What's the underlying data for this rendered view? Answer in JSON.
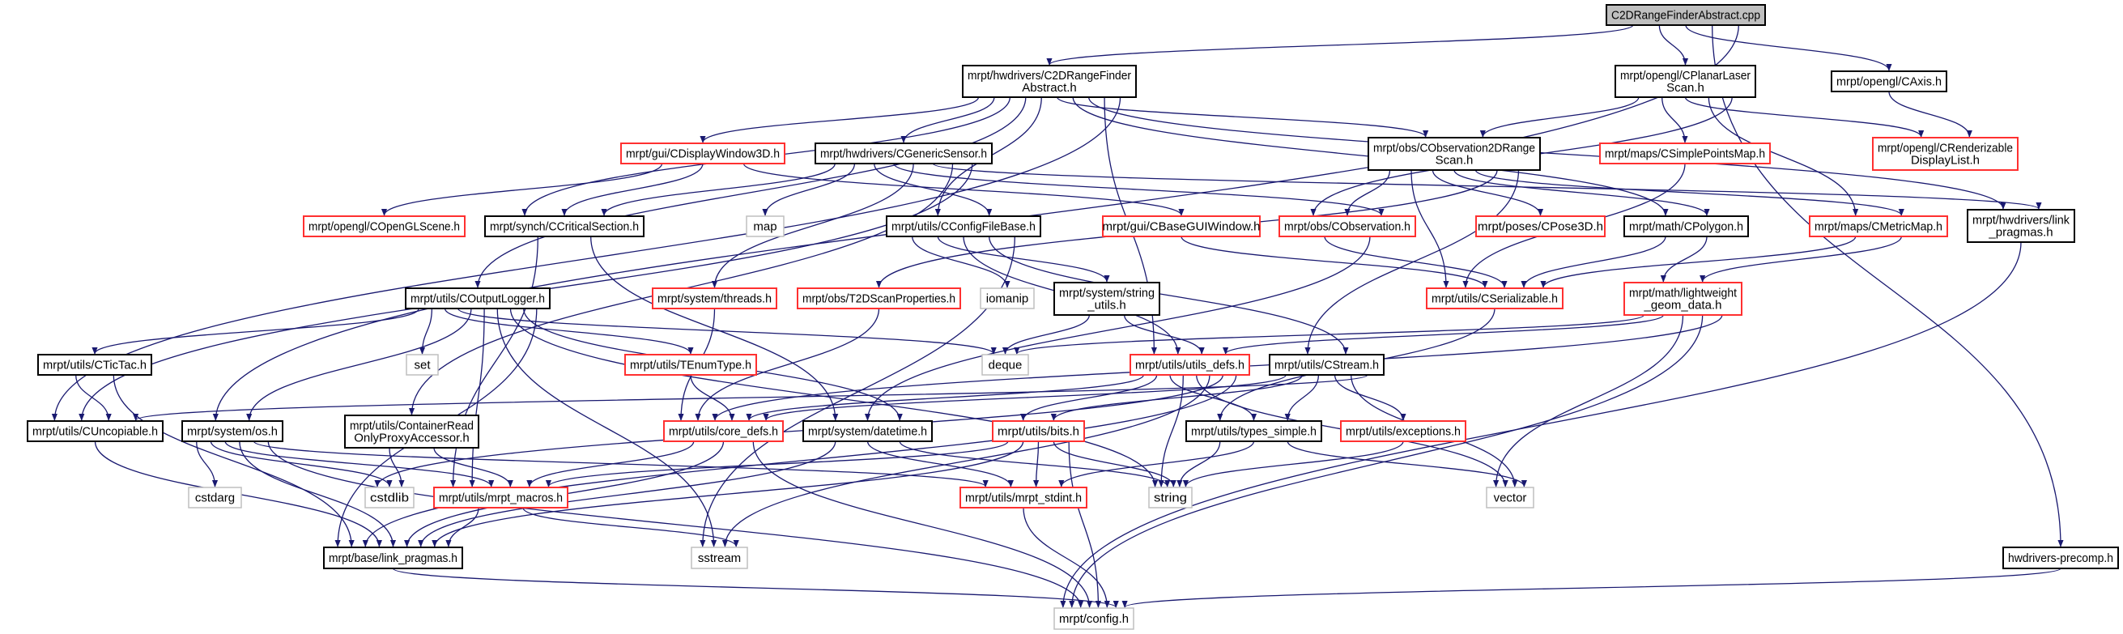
{
  "title": "C2DRangeFinderAbstract.cpp",
  "colors": {
    "edge": "#191970",
    "border_normal": "#000000",
    "border_red": "#ff3030",
    "border_gray": "#bfbfbf",
    "root_fill": "#bfbfbf",
    "node_fill": "#ffffff"
  },
  "graph": {
    "nodes": [
      {
        "id": "cpp",
        "kind": "root",
        "label": [
          "C2DRangeFinderAbstract.cpp"
        ]
      },
      {
        "id": "c2d",
        "kind": "normal",
        "label": [
          "mrpt/hwdrivers/C2DRangeFinder",
          "Abstract.h"
        ]
      },
      {
        "id": "planar",
        "kind": "normal",
        "label": [
          "mrpt/opengl/CPlanarLaser",
          "Scan.h"
        ]
      },
      {
        "id": "caxis",
        "kind": "normal",
        "label": [
          "mrpt/opengl/CAxis.h"
        ]
      },
      {
        "id": "renderdl",
        "kind": "red",
        "label": [
          "mrpt/opengl/CRenderizable",
          "DisplayList.h"
        ]
      },
      {
        "id": "obs2d",
        "kind": "normal",
        "label": [
          "mrpt/obs/CObservation2DRange",
          "Scan.h"
        ]
      },
      {
        "id": "simplepts",
        "kind": "red",
        "label": [
          "mrpt/maps/CSimplePointsMap.h"
        ]
      },
      {
        "id": "disp3d",
        "kind": "red",
        "label": [
          "mrpt/gui/CDisplayWindow3D.h"
        ]
      },
      {
        "id": "generic",
        "kind": "normal",
        "label": [
          "mrpt/hwdrivers/CGenericSensor.h"
        ]
      },
      {
        "id": "glscene",
        "kind": "red",
        "label": [
          "mrpt/opengl/COpenGLScene.h"
        ]
      },
      {
        "id": "critsec",
        "kind": "normal",
        "label": [
          "mrpt/synch/CCriticalSection.h"
        ]
      },
      {
        "id": "map",
        "kind": "gray",
        "label": [
          "map"
        ]
      },
      {
        "id": "cconfig",
        "kind": "normal",
        "label": [
          "mrpt/utils/CConfigFileBase.h"
        ]
      },
      {
        "id": "cbasegui",
        "kind": "red",
        "label": [
          "mrpt/gui/CBaseGUIWindow.h"
        ]
      },
      {
        "id": "cobs",
        "kind": "red",
        "label": [
          "mrpt/obs/CObservation.h"
        ]
      },
      {
        "id": "pose3d",
        "kind": "red",
        "label": [
          "mrpt/poses/CPose3D.h"
        ]
      },
      {
        "id": "polygon",
        "kind": "normal",
        "label": [
          "mrpt/math/CPolygon.h"
        ]
      },
      {
        "id": "metricmap",
        "kind": "red",
        "label": [
          "mrpt/maps/CMetricMap.h"
        ]
      },
      {
        "id": "hwlink",
        "kind": "normal",
        "label": [
          "mrpt/hwdrivers/link",
          "_pragmas.h"
        ]
      },
      {
        "id": "logger",
        "kind": "normal",
        "label": [
          "mrpt/utils/COutputLogger.h"
        ]
      },
      {
        "id": "threads",
        "kind": "red",
        "label": [
          "mrpt/system/threads.h"
        ]
      },
      {
        "id": "t2dscan",
        "kind": "red",
        "label": [
          "mrpt/obs/T2DScanProperties.h"
        ]
      },
      {
        "id": "iomanip",
        "kind": "gray",
        "label": [
          "iomanip"
        ]
      },
      {
        "id": "strutils",
        "kind": "normal",
        "label": [
          "mrpt/system/string",
          "_utils.h"
        ]
      },
      {
        "id": "cserial",
        "kind": "red",
        "label": [
          "mrpt/utils/CSerializable.h"
        ]
      },
      {
        "id": "lightgeom",
        "kind": "red",
        "label": [
          "mrpt/math/lightweight",
          "_geom_data.h"
        ]
      },
      {
        "id": "tictac",
        "kind": "normal",
        "label": [
          "mrpt/utils/CTicTac.h"
        ]
      },
      {
        "id": "set",
        "kind": "gray",
        "label": [
          "set"
        ]
      },
      {
        "id": "tenum",
        "kind": "red",
        "label": [
          "mrpt/utils/TEnumType.h"
        ]
      },
      {
        "id": "deque",
        "kind": "gray",
        "label": [
          "deque"
        ]
      },
      {
        "id": "utilsdefs",
        "kind": "red",
        "label": [
          "mrpt/utils/utils_defs.h"
        ]
      },
      {
        "id": "cstream",
        "kind": "normal",
        "label": [
          "mrpt/utils/CStream.h"
        ]
      },
      {
        "id": "uncopiable",
        "kind": "normal",
        "label": [
          "mrpt/utils/CUncopiable.h"
        ]
      },
      {
        "id": "os",
        "kind": "normal",
        "label": [
          "mrpt/system/os.h"
        ]
      },
      {
        "id": "container",
        "kind": "normal",
        "label": [
          "mrpt/utils/ContainerRead",
          "OnlyProxyAccessor.h"
        ]
      },
      {
        "id": "coredefs",
        "kind": "red",
        "label": [
          "mrpt/utils/core_defs.h"
        ]
      },
      {
        "id": "datetime",
        "kind": "normal",
        "label": [
          "mrpt/system/datetime.h"
        ]
      },
      {
        "id": "bits",
        "kind": "red",
        "label": [
          "mrpt/utils/bits.h"
        ]
      },
      {
        "id": "typessimple",
        "kind": "normal",
        "label": [
          "mrpt/utils/types_simple.h"
        ]
      },
      {
        "id": "exceptions",
        "kind": "red",
        "label": [
          "mrpt/utils/exceptions.h"
        ]
      },
      {
        "id": "cstdarg",
        "kind": "gray",
        "label": [
          "cstdarg"
        ]
      },
      {
        "id": "cstdlib",
        "kind": "gray",
        "label": [
          "cstdlib"
        ]
      },
      {
        "id": "macros",
        "kind": "red",
        "label": [
          "mrpt/utils/mrpt_macros.h"
        ]
      },
      {
        "id": "stdint",
        "kind": "red",
        "label": [
          "mrpt/utils/mrpt_stdint.h"
        ]
      },
      {
        "id": "string",
        "kind": "gray",
        "label": [
          "string"
        ]
      },
      {
        "id": "vector",
        "kind": "gray",
        "label": [
          "vector"
        ]
      },
      {
        "id": "linkpragmas",
        "kind": "normal",
        "label": [
          "mrpt/base/link_pragmas.h"
        ]
      },
      {
        "id": "sstream",
        "kind": "gray",
        "label": [
          "sstream"
        ]
      },
      {
        "id": "hwprecomp",
        "kind": "normal",
        "label": [
          "hwdrivers-precomp.h"
        ]
      },
      {
        "id": "config",
        "kind": "gray",
        "label": [
          "mrpt/config.h"
        ]
      }
    ],
    "edges": [
      [
        "cpp",
        "c2d"
      ],
      [
        "cpp",
        "planar"
      ],
      [
        "cpp",
        "caxis"
      ],
      [
        "cpp",
        "hwprecomp"
      ],
      [
        "cpp",
        "os"
      ],
      [
        "c2d",
        "disp3d"
      ],
      [
        "c2d",
        "generic"
      ],
      [
        "c2d",
        "critsec"
      ],
      [
        "c2d",
        "logger"
      ],
      [
        "c2d",
        "cconfig"
      ],
      [
        "c2d",
        "obs2d"
      ],
      [
        "c2d",
        "polygon"
      ],
      [
        "c2d",
        "hwlink"
      ],
      [
        "c2d",
        "utilsdefs"
      ],
      [
        "c2d",
        "uncopiable"
      ],
      [
        "planar",
        "obs2d"
      ],
      [
        "planar",
        "simplepts"
      ],
      [
        "planar",
        "renderdl"
      ],
      [
        "planar",
        "metricmap"
      ],
      [
        "planar",
        "cobs"
      ],
      [
        "caxis",
        "renderdl"
      ],
      [
        "obs2d",
        "cobs"
      ],
      [
        "obs2d",
        "cserial"
      ],
      [
        "obs2d",
        "pose3d"
      ],
      [
        "obs2d",
        "polygon"
      ],
      [
        "obs2d",
        "metricmap"
      ],
      [
        "obs2d",
        "t2dscan"
      ],
      [
        "obs2d",
        "cstream"
      ],
      [
        "simplepts",
        "cserial"
      ],
      [
        "disp3d",
        "glscene"
      ],
      [
        "disp3d",
        "critsec"
      ],
      [
        "disp3d",
        "cbasegui"
      ],
      [
        "generic",
        "critsec"
      ],
      [
        "generic",
        "map"
      ],
      [
        "generic",
        "cconfig"
      ],
      [
        "generic",
        "cobs"
      ],
      [
        "generic",
        "threads"
      ],
      [
        "generic",
        "hwlink"
      ],
      [
        "generic",
        "container"
      ],
      [
        "generic",
        "uncopiable"
      ],
      [
        "critsec",
        "macros"
      ],
      [
        "critsec",
        "datetime"
      ],
      [
        "cconfig",
        "iomanip"
      ],
      [
        "cconfig",
        "strutils"
      ],
      [
        "cconfig",
        "utilsdefs"
      ],
      [
        "cconfig",
        "cstream"
      ],
      [
        "cconfig",
        "sstream"
      ],
      [
        "cbasegui",
        "cserial"
      ],
      [
        "cobs",
        "cserial"
      ],
      [
        "cobs",
        "datetime"
      ],
      [
        "polygon",
        "cserial"
      ],
      [
        "polygon",
        "lightgeom"
      ],
      [
        "metricmap",
        "cserial"
      ],
      [
        "metricmap",
        "lightgeom"
      ],
      [
        "hwlink",
        "config"
      ],
      [
        "logger",
        "tictac"
      ],
      [
        "logger",
        "set"
      ],
      [
        "logger",
        "tenum"
      ],
      [
        "logger",
        "deque"
      ],
      [
        "logger",
        "os"
      ],
      [
        "logger",
        "macros"
      ],
      [
        "logger",
        "sstream"
      ],
      [
        "logger",
        "string"
      ],
      [
        "logger",
        "datetime"
      ],
      [
        "logger",
        "linkpragmas"
      ],
      [
        "threads",
        "coredefs"
      ],
      [
        "t2dscan",
        "coredefs"
      ],
      [
        "strutils",
        "deque"
      ],
      [
        "strutils",
        "utilsdefs"
      ],
      [
        "cserial",
        "typessimple"
      ],
      [
        "lightgeom",
        "deque"
      ],
      [
        "lightgeom",
        "utilsdefs"
      ],
      [
        "lightgeom",
        "vector"
      ],
      [
        "lightgeom",
        "config"
      ],
      [
        "lightgeom",
        "coredefs"
      ],
      [
        "tictac",
        "uncopiable"
      ],
      [
        "tictac",
        "linkpragmas"
      ],
      [
        "tenum",
        "coredefs"
      ],
      [
        "utilsdefs",
        "coredefs"
      ],
      [
        "utilsdefs",
        "bits"
      ],
      [
        "utilsdefs",
        "typessimple"
      ],
      [
        "utilsdefs",
        "string"
      ],
      [
        "utilsdefs",
        "vector"
      ],
      [
        "utilsdefs",
        "sstream"
      ],
      [
        "utilsdefs",
        "cstdlib"
      ],
      [
        "utilsdefs",
        "linkpragmas"
      ],
      [
        "cstream",
        "coredefs"
      ],
      [
        "cstream",
        "bits"
      ],
      [
        "cstream",
        "typessimple"
      ],
      [
        "cstream",
        "exceptions"
      ],
      [
        "cstream",
        "vector"
      ],
      [
        "cstream",
        "uncopiable"
      ],
      [
        "uncopiable",
        "linkpragmas"
      ],
      [
        "os",
        "cstdarg"
      ],
      [
        "os",
        "cstdlib"
      ],
      [
        "os",
        "macros"
      ],
      [
        "os",
        "linkpragmas"
      ],
      [
        "os",
        "stdint"
      ],
      [
        "os",
        "config"
      ],
      [
        "container",
        "cstdlib"
      ],
      [
        "container",
        "macros"
      ],
      [
        "coredefs",
        "macros"
      ],
      [
        "coredefs",
        "linkpragmas"
      ],
      [
        "coredefs",
        "config"
      ],
      [
        "datetime",
        "linkpragmas"
      ],
      [
        "datetime",
        "stdint"
      ],
      [
        "datetime",
        "string"
      ],
      [
        "bits",
        "macros"
      ],
      [
        "bits",
        "linkpragmas"
      ],
      [
        "bits",
        "stdint"
      ],
      [
        "bits",
        "string"
      ],
      [
        "bits",
        "config"
      ],
      [
        "typessimple",
        "string"
      ],
      [
        "typessimple",
        "stdint"
      ],
      [
        "typessimple",
        "vector"
      ],
      [
        "exceptions",
        "string"
      ],
      [
        "macros",
        "linkpragmas"
      ],
      [
        "macros",
        "sstream"
      ],
      [
        "stdint",
        "config"
      ],
      [
        "linkpragmas",
        "config"
      ],
      [
        "hwprecomp",
        "config"
      ]
    ]
  }
}
